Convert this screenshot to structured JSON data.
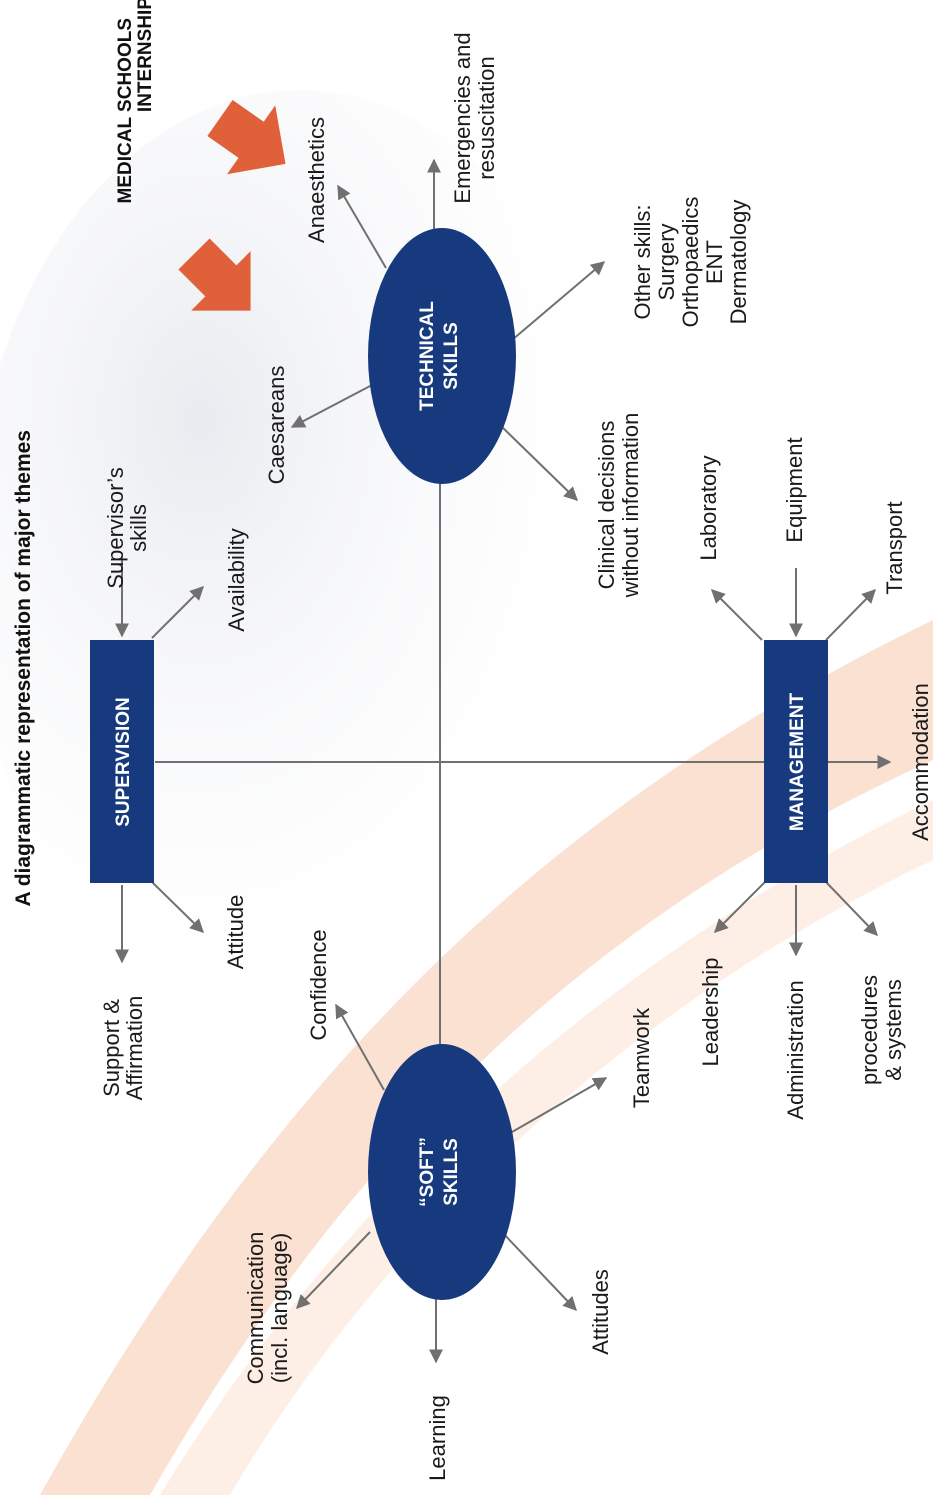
{
  "title": "A diagrammatic representation of major themes",
  "headers": {
    "medical_schools": "MEDICAL SCHOOLS",
    "internship": "INTERNSHIP"
  },
  "nodes": {
    "supervision": "SUPERVISION",
    "management": "MANAGEMENT",
    "technical_line1": "TECHNICAL",
    "technical_line2": "SKILLS",
    "soft_line1": "“SOFT”",
    "soft_line2": "SKILLS"
  },
  "supervision_labels": {
    "supervisors_skills_1": "Supervisor’s",
    "supervisors_skills_2": "skills",
    "availability": "Availability",
    "support_1": "Support &",
    "support_2": "Affirmation",
    "attitude": "Attitude"
  },
  "technical_labels": {
    "emergencies_1": "Emergencies and",
    "emergencies_2": "resuscitation",
    "anaesthetics": "Anaesthetics",
    "other_1": "Other skills:",
    "other_2": "Surgery",
    "other_3": "Orthopaedics",
    "other_4": "ENT",
    "other_5": "Dermatology",
    "caesareans": "Caesareans",
    "clinical_1": "Clinical decisions",
    "clinical_2": "without information"
  },
  "management_labels": {
    "laboratory": "Laboratory",
    "equipment": "Equipment",
    "transport": "Transport",
    "accommodation": "Accommodation",
    "leadership": "Leadership",
    "administration": "Administration",
    "procedures_1": "procedures",
    "procedures_2": "& systems"
  },
  "soft_labels": {
    "confidence": "Confidence",
    "teamwork": "Teamwork",
    "communication_1": "Communication",
    "communication_2": "(incl. language)",
    "learning": "Learning",
    "attitudes": "Attitudes"
  },
  "colors": {
    "node_fill": "#173a7e",
    "arrow_orange": "#e0603a",
    "connector": "#707070",
    "band_peach": "#f6c9ad"
  }
}
